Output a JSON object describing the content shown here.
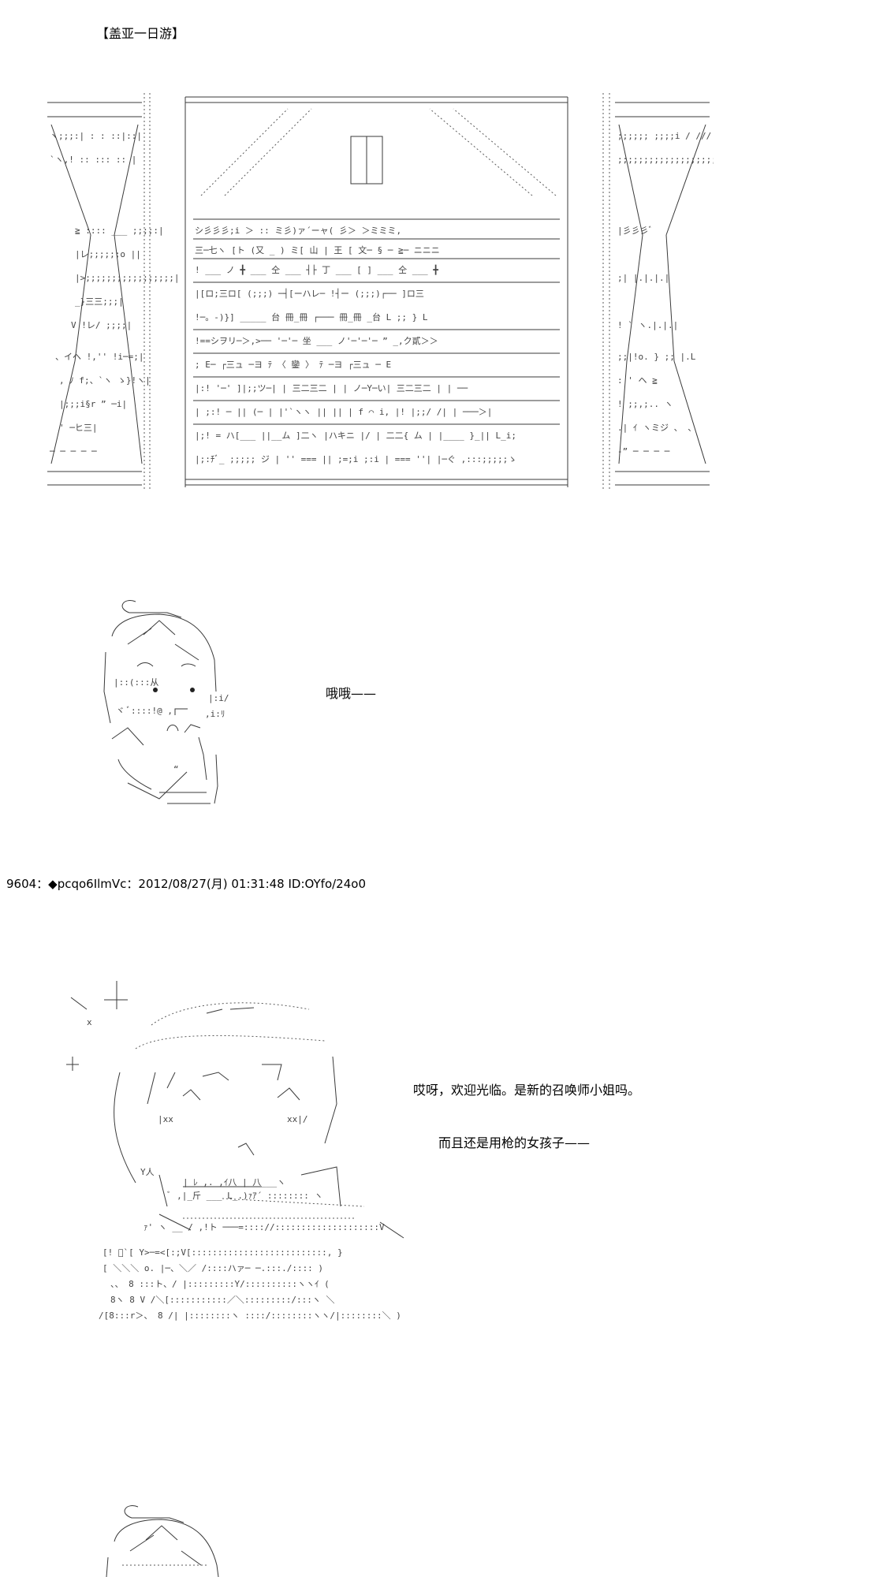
{
  "title": "【盖亚一日游】",
  "dialogue_1": "哦哦——",
  "post_header": "9604：◆pcqo6IlmVc：2012/08/27(月) 01:31:48 ID:OYfo/24o0",
  "dialogue_2": "哎呀，欢迎光临。是新的召唤师小姐吗。",
  "dialogue_3": "而且还是用枪的女孩子——"
}
